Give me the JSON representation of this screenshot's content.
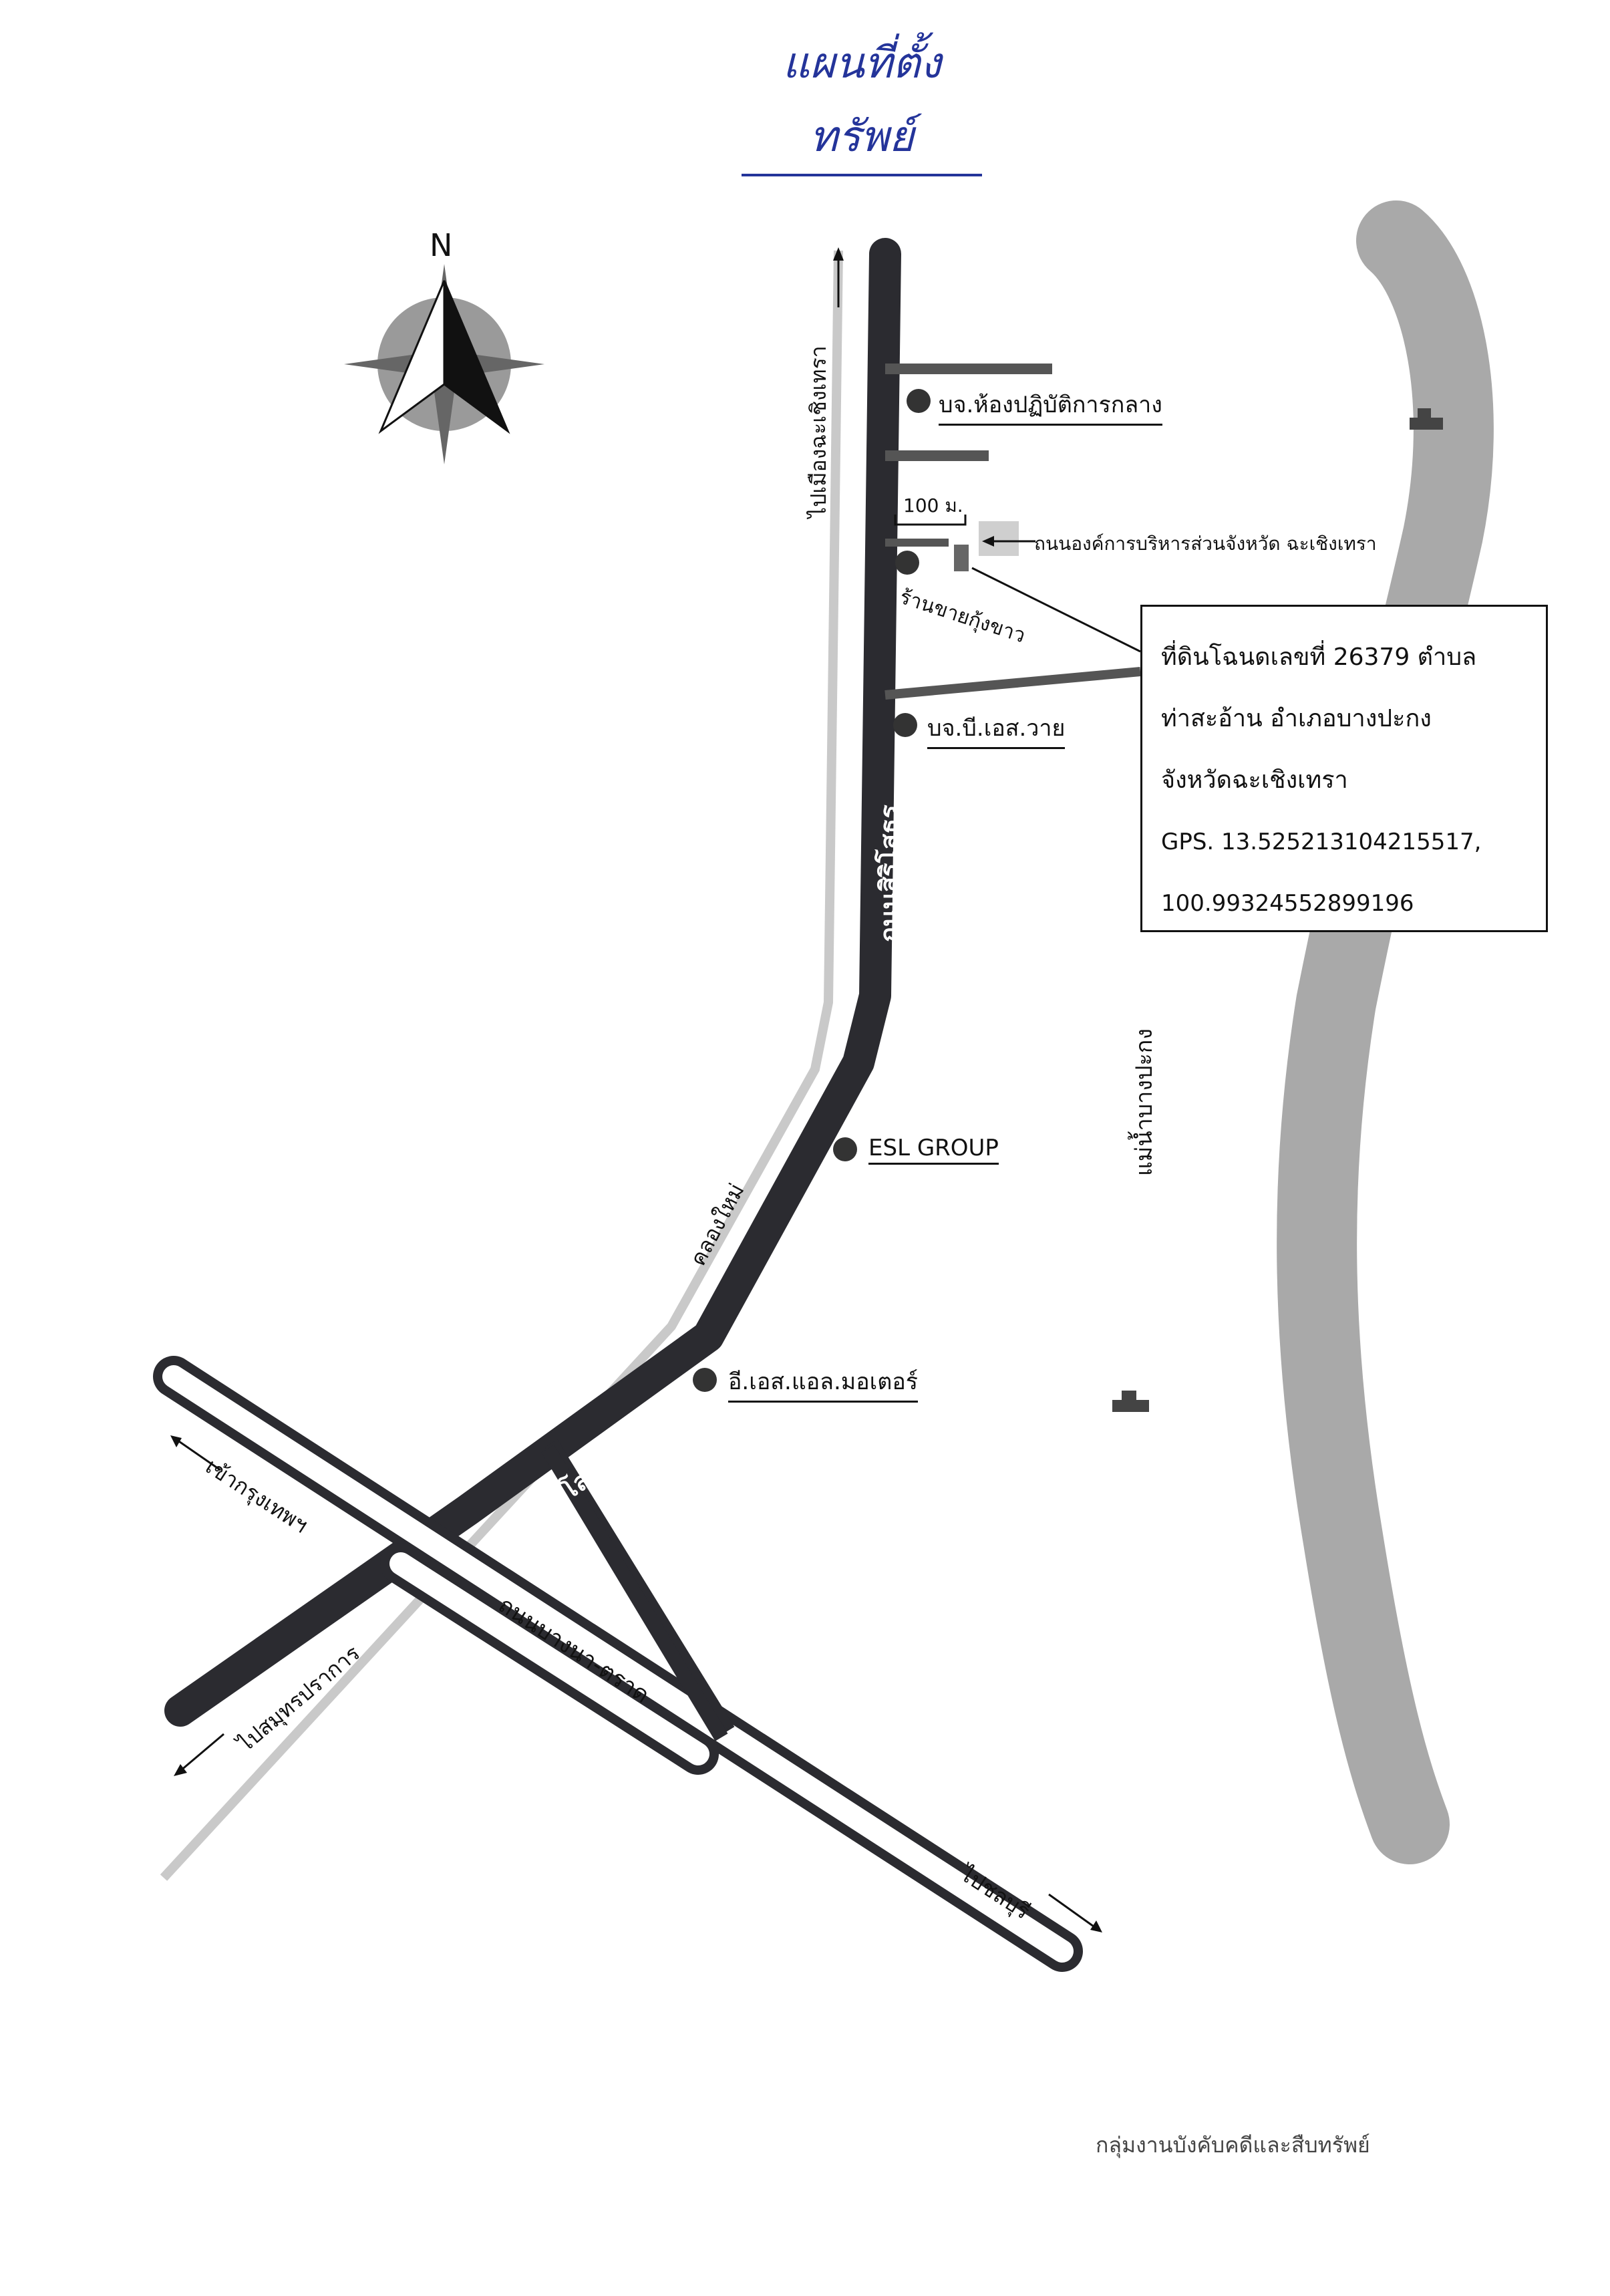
{
  "title": "แผนที่ตั้งทรัพย์",
  "compass": {
    "north_label": "N",
    "icon": "compass-rose-icon"
  },
  "places": {
    "central_lab": "บจ.ห้องปฏิบัติการกลาง",
    "scale": "100 ม.",
    "pao_road": "ถนนองค์การบริหารส่วนจังหวัด ฉะเชิงเทรา",
    "shrimp_shop": "ร้านขายกุ้งขาว",
    "psy": "บจ.บี.เอส.วาย",
    "esl": "ESL GROUP",
    "esl_motor": "อี.เอส.แอล.มอเตอร์"
  },
  "roads": {
    "sirisothorn_1": "ถนนสิริโสธร",
    "sirisothorn_2": "ถนนสิริโสธร",
    "bangna_trat": "ถนนบางนา-ตราด",
    "canal": "คลองใหม่",
    "to_chachoengsao": "ไปเมืองฉะเชิงเทรา",
    "to_bangkok": "เข้ากรุงเทพฯ",
    "to_samut_prakan": "ไปสมุทรปราการ",
    "to_chonburi": "ไปชลบุรี",
    "river": "แม่น้ำบางปะกง"
  },
  "property": {
    "line1": "ที่ดินโฉนดเลขที่ 26379 ตำบล",
    "line2": "ท่าสะอ้าน อำเภอบางปะกง",
    "line3": "จังหวัดฉะเชิงเทรา",
    "line4": "GPS. 13.525213104215517,",
    "line5": "100.99324552899196"
  },
  "footer": "กลุ่มงานบังคับคดีและสืบทรัพย์",
  "colors": {
    "road_dark": "#2b2b30",
    "road_light": "#c9c9c9",
    "river": "#a9a9a9",
    "title_ink": "#24349a",
    "property_fill": "#cfcfcf"
  }
}
